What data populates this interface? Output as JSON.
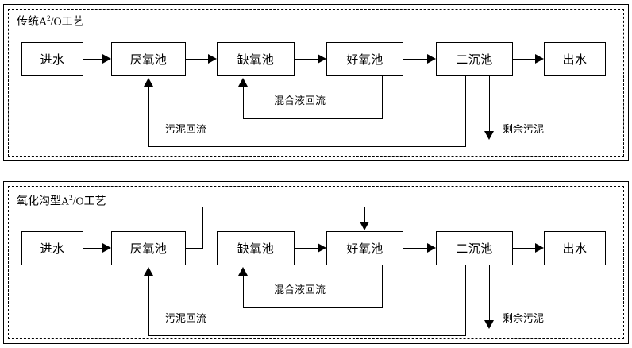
{
  "figure": {
    "type": "process-flow-diagram",
    "language": "zh",
    "panel_count": 2
  },
  "panels": [
    {
      "id": "conventional",
      "title_prefix": "传统A",
      "title_sup": "2",
      "title_suffix": "/O工艺",
      "title_full": "传统A2/O工艺",
      "units": [
        {
          "key": "influent",
          "label": "进水"
        },
        {
          "key": "anaerobic",
          "label": "厌氧池"
        },
        {
          "key": "anoxic",
          "label": "缺氧池"
        },
        {
          "key": "aerobic",
          "label": "好氧池"
        },
        {
          "key": "clarifier",
          "label": "二沉池"
        },
        {
          "key": "effluent",
          "label": "出水"
        }
      ],
      "flows": [
        {
          "key": "mixed-liquor-return",
          "label": "混合液回流",
          "from": "好氧池",
          "to": "缺氧池"
        },
        {
          "key": "sludge-return",
          "label": "污泥回流",
          "from": "二沉池",
          "to": "厌氧池"
        },
        {
          "key": "waste-sludge",
          "label": "剩余污泥",
          "from": "二沉池",
          "to": ""
        }
      ]
    },
    {
      "id": "oxidation-ditch",
      "title_prefix": "氧化沟型A",
      "title_sup": "2",
      "title_suffix": "/O工艺",
      "title_full": "氧化沟型A2/O工艺",
      "units": [
        {
          "key": "influent",
          "label": "进水"
        },
        {
          "key": "anaerobic",
          "label": "厌氧池"
        },
        {
          "key": "anoxic",
          "label": "缺氧池"
        },
        {
          "key": "aerobic",
          "label": "好氧池"
        },
        {
          "key": "clarifier",
          "label": "二沉池"
        },
        {
          "key": "effluent",
          "label": "出水"
        }
      ],
      "flows": [
        {
          "key": "anaerobic-bypass",
          "label": "",
          "from": "厌氧池",
          "to": "好氧池"
        },
        {
          "key": "mixed-liquor-return",
          "label": "混合液回流",
          "from": "好氧池",
          "to": "缺氧池"
        },
        {
          "key": "sludge-return",
          "label": "污泥回流",
          "from": "二沉池",
          "to": "厌氧池"
        },
        {
          "key": "waste-sludge",
          "label": "剩余污泥",
          "from": "二沉池",
          "to": ""
        }
      ]
    }
  ],
  "colors": {
    "line": "#000000",
    "background": "#ffffff",
    "text": "#000000"
  }
}
